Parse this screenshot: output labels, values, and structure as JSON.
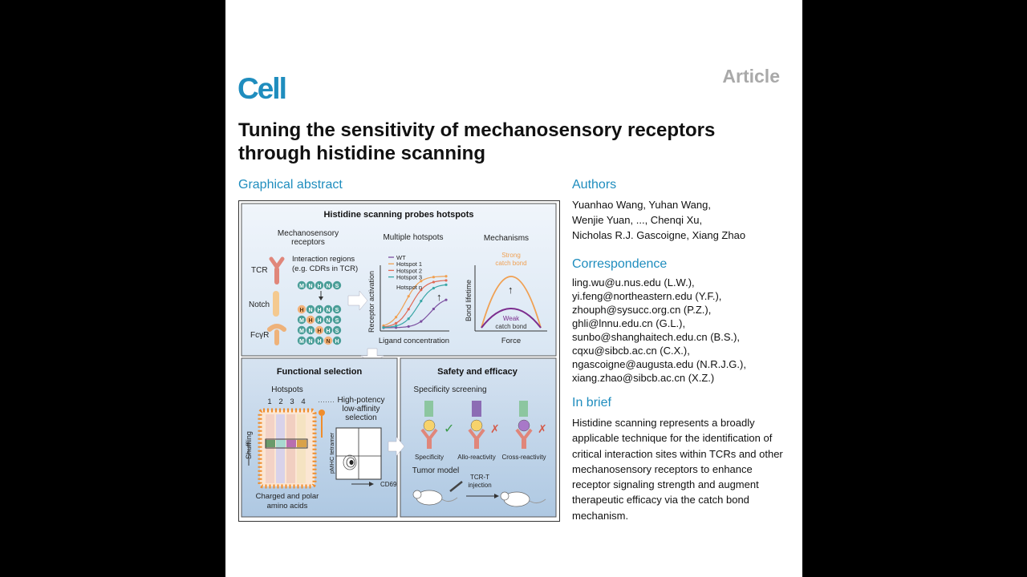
{
  "header": {
    "journal": "Cell",
    "article_type": "Article"
  },
  "title": "Tuning the sensitivity of mechanosensory receptors through histidine scanning",
  "graphical_abstract": {
    "heading": "Graphical abstract",
    "top_title": "Histidine scanning probes hotspots",
    "col1_title_l1": "Mechanosensory",
    "col1_title_l2": "receptors",
    "col2_title": "Multiple hotspots",
    "col3_title": "Mechanisms",
    "tcr": "TCR",
    "notch": "Notch",
    "fcgr": "FcγR",
    "interaction_l1": "Interaction regions",
    "interaction_l2": "(e.g. CDRs in TCR)",
    "seq_wt": [
      "M",
      "N",
      "H",
      "N",
      "S"
    ],
    "seq_rows": [
      [
        "H",
        "N",
        "H",
        "N",
        "S"
      ],
      [
        "M",
        "H",
        "H",
        "N",
        "S"
      ],
      [
        "M",
        "N",
        "H",
        "H",
        "S"
      ],
      [
        "M",
        "N",
        "H",
        "N",
        "H"
      ]
    ],
    "legend": [
      "WT",
      "Hotspot 1",
      "Hotspot 2",
      "Hotspot 3",
      "Hotspot n"
    ],
    "legend_colors": [
      "#7b4fa0",
      "#f0a052",
      "#e06a55",
      "#3aa6a6"
    ],
    "ylabel_activation": "Receptor activation",
    "xlabel_ligand": "Ligand concentration",
    "strong_l1": "Strong",
    "strong_l2": "catch bond",
    "weak_l1": "Weak",
    "weak_l2": "catch bond",
    "ylabel_bond": "Bond lifetime",
    "xlabel_force": "Force",
    "functional_title": "Functional selection",
    "hotspots_label": "Hotspots",
    "hotspot_nums": [
      "1",
      "2",
      "3",
      "4"
    ],
    "hotspot_dots": "·······",
    "high_l1": "High-potency",
    "high_l2": "low-affinity",
    "high_l3": "selection",
    "shuffling": "Shuffling",
    "pmhc": "pMHC tetramer",
    "cd69": "CD69",
    "charged_l1": "Charged and polar",
    "charged_l2": "amino acids",
    "safety_title": "Safety and efficacy",
    "specificity_screening": "Specificity screening",
    "spec_labels": [
      "Specificity",
      "Allo-reactivity",
      "Cross-reactivity"
    ],
    "tumor_model": "Tumor model",
    "tcrt_l1": "TCR-T",
    "tcrt_l2": "injection",
    "check": "✓",
    "cross": "✗",
    "arrow_up": "↑"
  },
  "authors": {
    "heading": "Authors",
    "lines": [
      "Yuanhao Wang, Yuhan Wang,",
      "Wenjie Yuan, ..., Chenqi Xu,",
      "Nicholas R.J. Gascoigne, Xiang Zhao"
    ]
  },
  "correspondence": {
    "heading": "Correspondence",
    "items": [
      "ling.wu@u.nus.edu (L.W.),",
      "yi.feng@northeastern.edu (Y.F.),",
      "zhouph@sysucc.org.cn (P.Z.),",
      "ghli@lnnu.edu.cn (G.L.),",
      "sunbo@shanghaitech.edu.cn (B.S.),",
      "cqxu@sibcb.ac.cn (C.X.),",
      "ngascoigne@augusta.edu (N.R.J.G.),",
      "xiang.zhao@sibcb.ac.cn (X.Z.)"
    ]
  },
  "in_brief": {
    "heading": "In brief",
    "text": "Histidine scanning represents a broadly applicable technique for the identification of critical interaction sites within TCRs and other mechanosensory receptors to enhance receptor signaling strength and augment therapeutic efficacy via the catch bond mechanism."
  },
  "colors": {
    "accent": "#1f8dbe",
    "panel_top": "#e7eff8",
    "panel_bottom": "#c3d6ea",
    "histidine": "#f2b27a",
    "residue": "#4a9e98"
  }
}
